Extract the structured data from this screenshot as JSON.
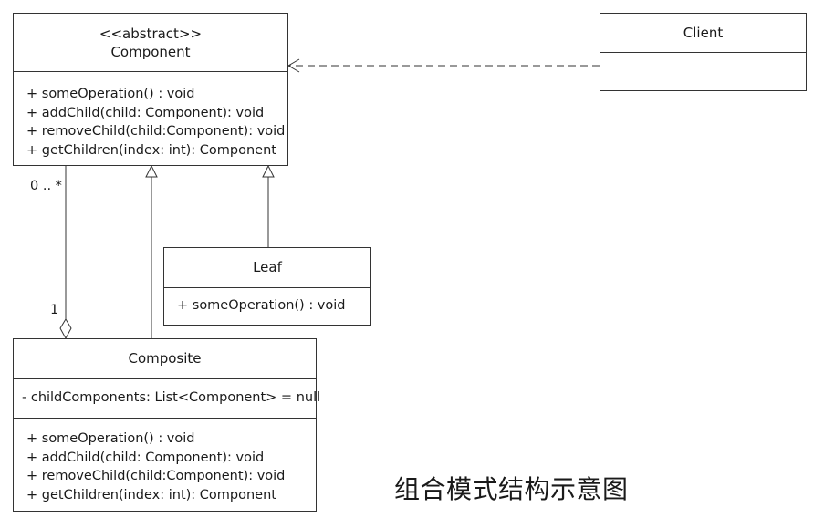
{
  "component": {
    "stereotype": "<<abstract>>",
    "name": "Component",
    "operations": [
      "+  someOperation() : void",
      "+  addChild(child: Component): void",
      "+  removeChild(child:Component): void",
      "+ getChildren(index: int): Component"
    ]
  },
  "client": {
    "name": "Client"
  },
  "leaf": {
    "name": "Leaf",
    "operations": [
      "+  someOperation() : void"
    ]
  },
  "composite": {
    "name": "Composite",
    "attributes": [
      "- childComponents: List<Component> = null"
    ],
    "operations": [
      "+  someOperation() : void",
      "+  addChild(child: Component): void",
      "+  removeChild(child:Component): void",
      "+ getChildren(index: int): Component"
    ]
  },
  "multiplicity": {
    "many": "0 .. *",
    "one": "1"
  },
  "caption": "组合模式结构示意图"
}
